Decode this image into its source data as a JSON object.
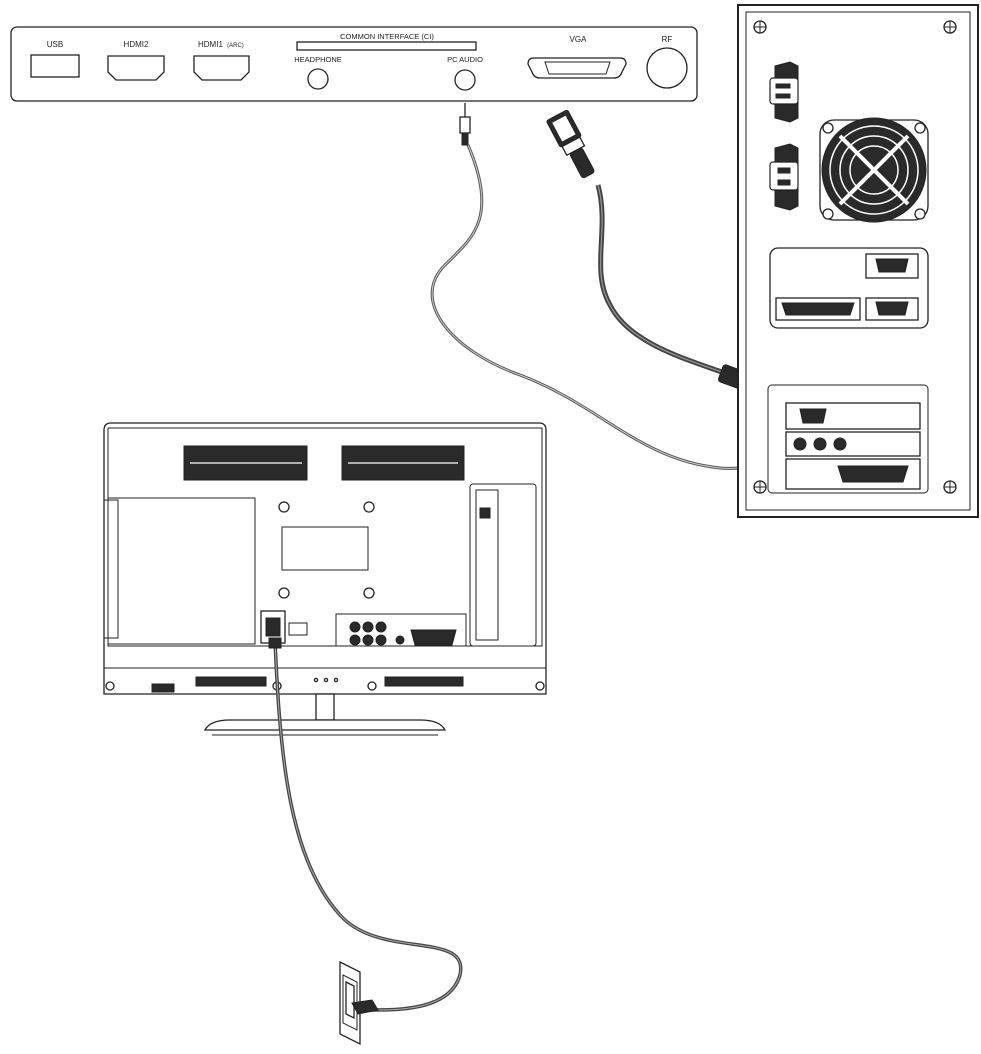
{
  "panel": {
    "usb": "USB",
    "hdmi2": "HDMI2",
    "hdmi1": "HDMI1",
    "hdmi1_sub": "(ARC)",
    "ci": "COMMON INTERFACE (CI)",
    "headphone": "HEADPHONE",
    "pc_audio": "PC AUDIO",
    "vga": "VGA",
    "rf": "RF"
  },
  "colors": {
    "line": "#222222",
    "cable": "#555555",
    "fill": "#2a2a2a"
  }
}
